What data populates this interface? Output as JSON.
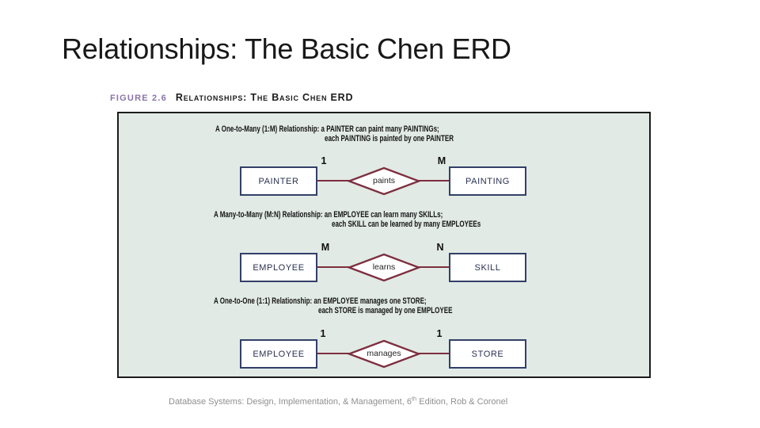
{
  "slide": {
    "title": "Relationships: The Basic Chen ERD",
    "citation": {
      "prefix": "Database Systems: Design, Implementation, & Management, 6",
      "superscript": "th",
      "suffix": " Edition, Rob & Coronel"
    }
  },
  "figure": {
    "label": "FIGURE 2.6",
    "caption": "Relationships: The Basic Chen ERD",
    "colors": {
      "panel_background": "#e1eae5",
      "panel_border": "#1c1c1c",
      "entity_border": "#333f68",
      "relationship_line": "#7d2f3f",
      "figure_label_purple": "#8a75a8",
      "citation_gray": "#8f8f8f"
    },
    "sections": [
      {
        "heading_line1": "A One-to-Many (1:M) Relationship: a PAINTER can paint many PAINTINGs;",
        "heading_line2": "each PAINTING is painted by one PAINTER",
        "left_connectivity": "1",
        "left_entity": "PAINTER",
        "relationship": "paints",
        "right_connectivity": "M",
        "right_entity": "PAINTING"
      },
      {
        "heading_line1": "A Many-to-Many (M:N) Relationship: an EMPLOYEE can learn many SKILLs;",
        "heading_line2": "each SKILL can be learned by many EMPLOYEEs",
        "left_connectivity": "M",
        "left_entity": "EMPLOYEE",
        "relationship": "learns",
        "right_connectivity": "N",
        "right_entity": "SKILL"
      },
      {
        "heading_line1": "A One-to-One (1:1) Relationship: an EMPLOYEE manages one STORE;",
        "heading_line2": "each STORE is managed by one EMPLOYEE",
        "left_connectivity": "1",
        "left_entity": "EMPLOYEE",
        "relationship": "manages",
        "right_connectivity": "1",
        "right_entity": "STORE"
      }
    ]
  }
}
